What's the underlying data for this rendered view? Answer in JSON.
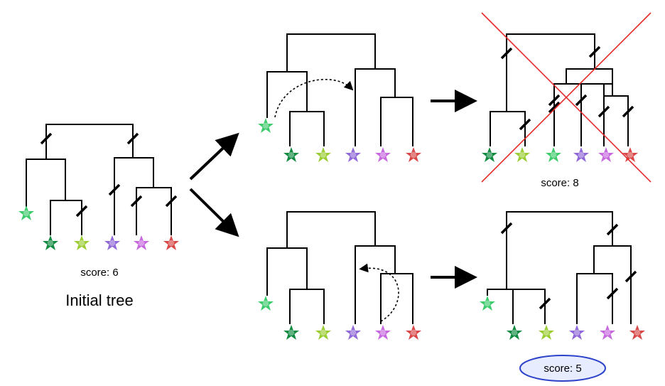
{
  "labels": {
    "initial_score": "score: 6",
    "initial_caption": "Initial tree",
    "rejected_score": "score: 8",
    "accepted_score": "score: 5"
  },
  "colors": {
    "taxon_light_green": "#3ecb6c",
    "taxon_dark_green": "#0f8a3f",
    "taxon_yellow_green": "#9acd32",
    "taxon_purple": "#9068d8",
    "taxon_pink": "#c768df",
    "taxon_red": "#d94848",
    "reject_cross": "#e32b2b",
    "highlight_ellipse": "#2c43c9",
    "highlight_fill": "#e8ecff"
  },
  "icons": [
    "taxon-star-icon"
  ]
}
